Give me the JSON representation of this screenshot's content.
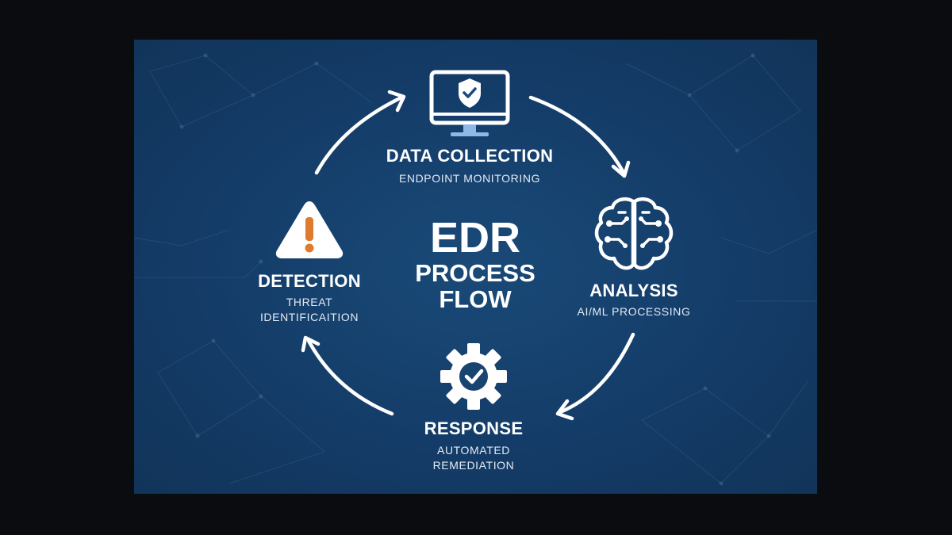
{
  "center": {
    "line1": "EDR",
    "line2": "PROCESS",
    "line3": "FLOW"
  },
  "nodes": {
    "data_collection": {
      "title": "DATA COLLECTION",
      "subtitle": "ENDPOINT MONITORING",
      "icon": "monitor-shield-icon"
    },
    "analysis": {
      "title": "ANALYSIS",
      "subtitle": "AI/ML PROCESSING",
      "icon": "brain-circuit-icon"
    },
    "response": {
      "title": "RESPONSE",
      "subtitle_line1": "AUTOMATED",
      "subtitle_line2": "REMEDIATION",
      "icon": "gear-check-icon"
    },
    "detection": {
      "title": "DETECTION",
      "subtitle_line1": "THREAT",
      "subtitle_line2": "IDENTIFICAITION",
      "icon": "warning-triangle-icon"
    }
  },
  "colors": {
    "background": "#143c68",
    "frame": "#0b0c10",
    "foreground": "#ffffff",
    "warning": "#e07a2e",
    "accent_blue": "#8fb8e6"
  }
}
